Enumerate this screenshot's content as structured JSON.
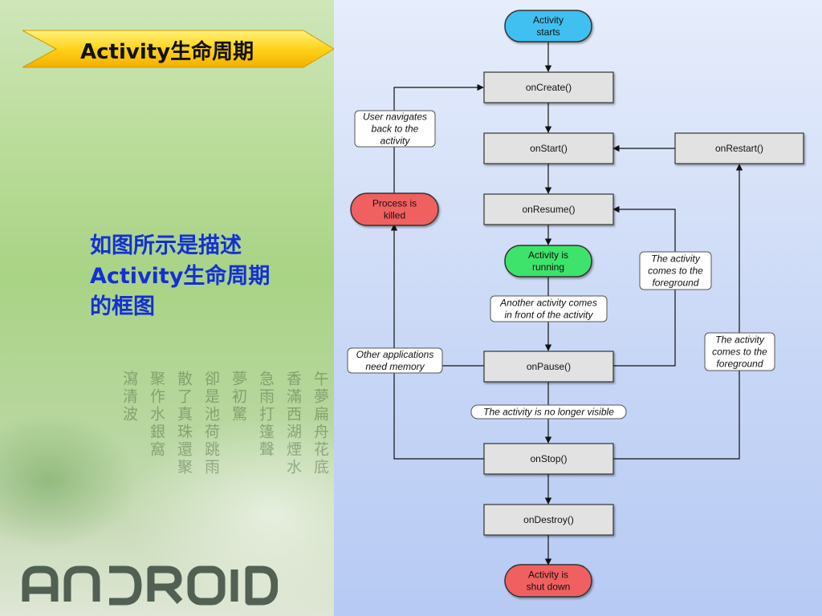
{
  "slide": {
    "title": "Activity生命周期",
    "description": [
      "如图所示是描述",
      "Activity生命周期",
      "的框图"
    ],
    "poem_columns": [
      "午夢扁舟花底",
      "香滿西湖煙水",
      "急雨打篷聲",
      "夢初驚",
      "卻是池荷跳雨",
      "散了真珠還聚",
      "聚作水銀窩",
      "瀉清波"
    ],
    "logo_text": "android"
  },
  "diagram": {
    "states": {
      "start": "Activity\nstarts",
      "running": "Activity is\nrunning",
      "killed": "Process is\nkilled",
      "shutdown": "Activity is\nshut down"
    },
    "methods": {
      "onCreate": "onCreate()",
      "onStart": "onStart()",
      "onRestart": "onRestart()",
      "onResume": "onResume()",
      "onPause": "onPause()",
      "onStop": "onStop()",
      "onDestroy": "onDestroy()"
    },
    "notes": {
      "user_navigates": "User navigates\nback to the\nactivity",
      "foreground1": "The activity\ncomes to the\nforeground",
      "foreground2": "The activity\ncomes to the\nforeground",
      "another_activity": "Another activity comes\nin front of the activity",
      "other_apps": "Other applications\nneed memory",
      "no_longer_visible": "The activity is no longer visible"
    },
    "colors": {
      "start": "#3fc0f0",
      "running": "#3ee36a",
      "terminal": "#f06060",
      "method_box": "#e2e2e2",
      "note_box": "#ffffff"
    }
  }
}
